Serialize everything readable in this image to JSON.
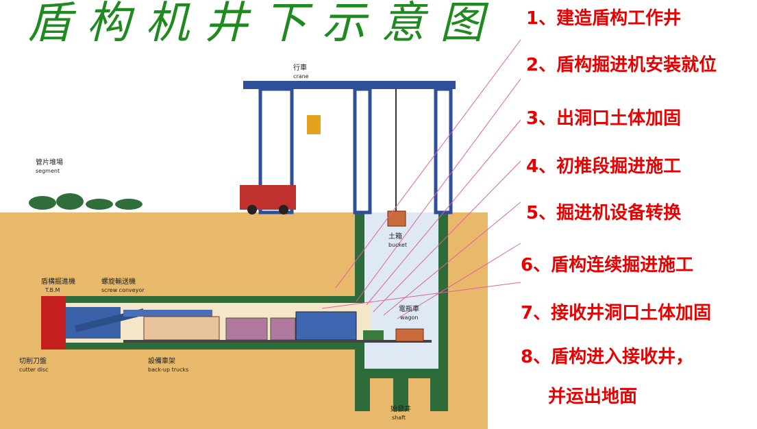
{
  "title": "盾构机井下示意图",
  "labels": {
    "crane_cn": "行車",
    "crane_en": "crane",
    "segment_cn": "管片堆場",
    "segment_en": "segment",
    "bucket_cn": "土箱",
    "bucket_en": "bucket",
    "tbm_cn": "盾構掘進機",
    "tbm_en": "T.B.M",
    "screw_cn": "螺旋輸送機",
    "screw_en": "screw conveyor",
    "wagon_cn": "電瓶車",
    "wagon_en": "wagon",
    "cutter_cn": "切削刀盤",
    "cutter_en": "cutter disc",
    "backup_cn": "設備車架",
    "backup_en": "back-up trucks",
    "shaft_cn": "始發井",
    "shaft_en": "shaft"
  },
  "steps": [
    "1、建造盾构工作井",
    "2、盾构掘进机安装就位",
    "3、出洞口土体加固",
    "4、初推段掘进施工",
    "5、掘进机设备转换",
    "6、盾构连续掘进施工",
    "7、接收井洞口土体加固",
    "8、盾构进入接收井，",
    "并运出地面"
  ],
  "colors": {
    "title": "#1f8a1f",
    "steps": "#e60000",
    "soil": "#e8b96a",
    "wall": "#2e6b3a",
    "crane": "#2f4f9a",
    "shaft_water": "#dfe9f5"
  }
}
